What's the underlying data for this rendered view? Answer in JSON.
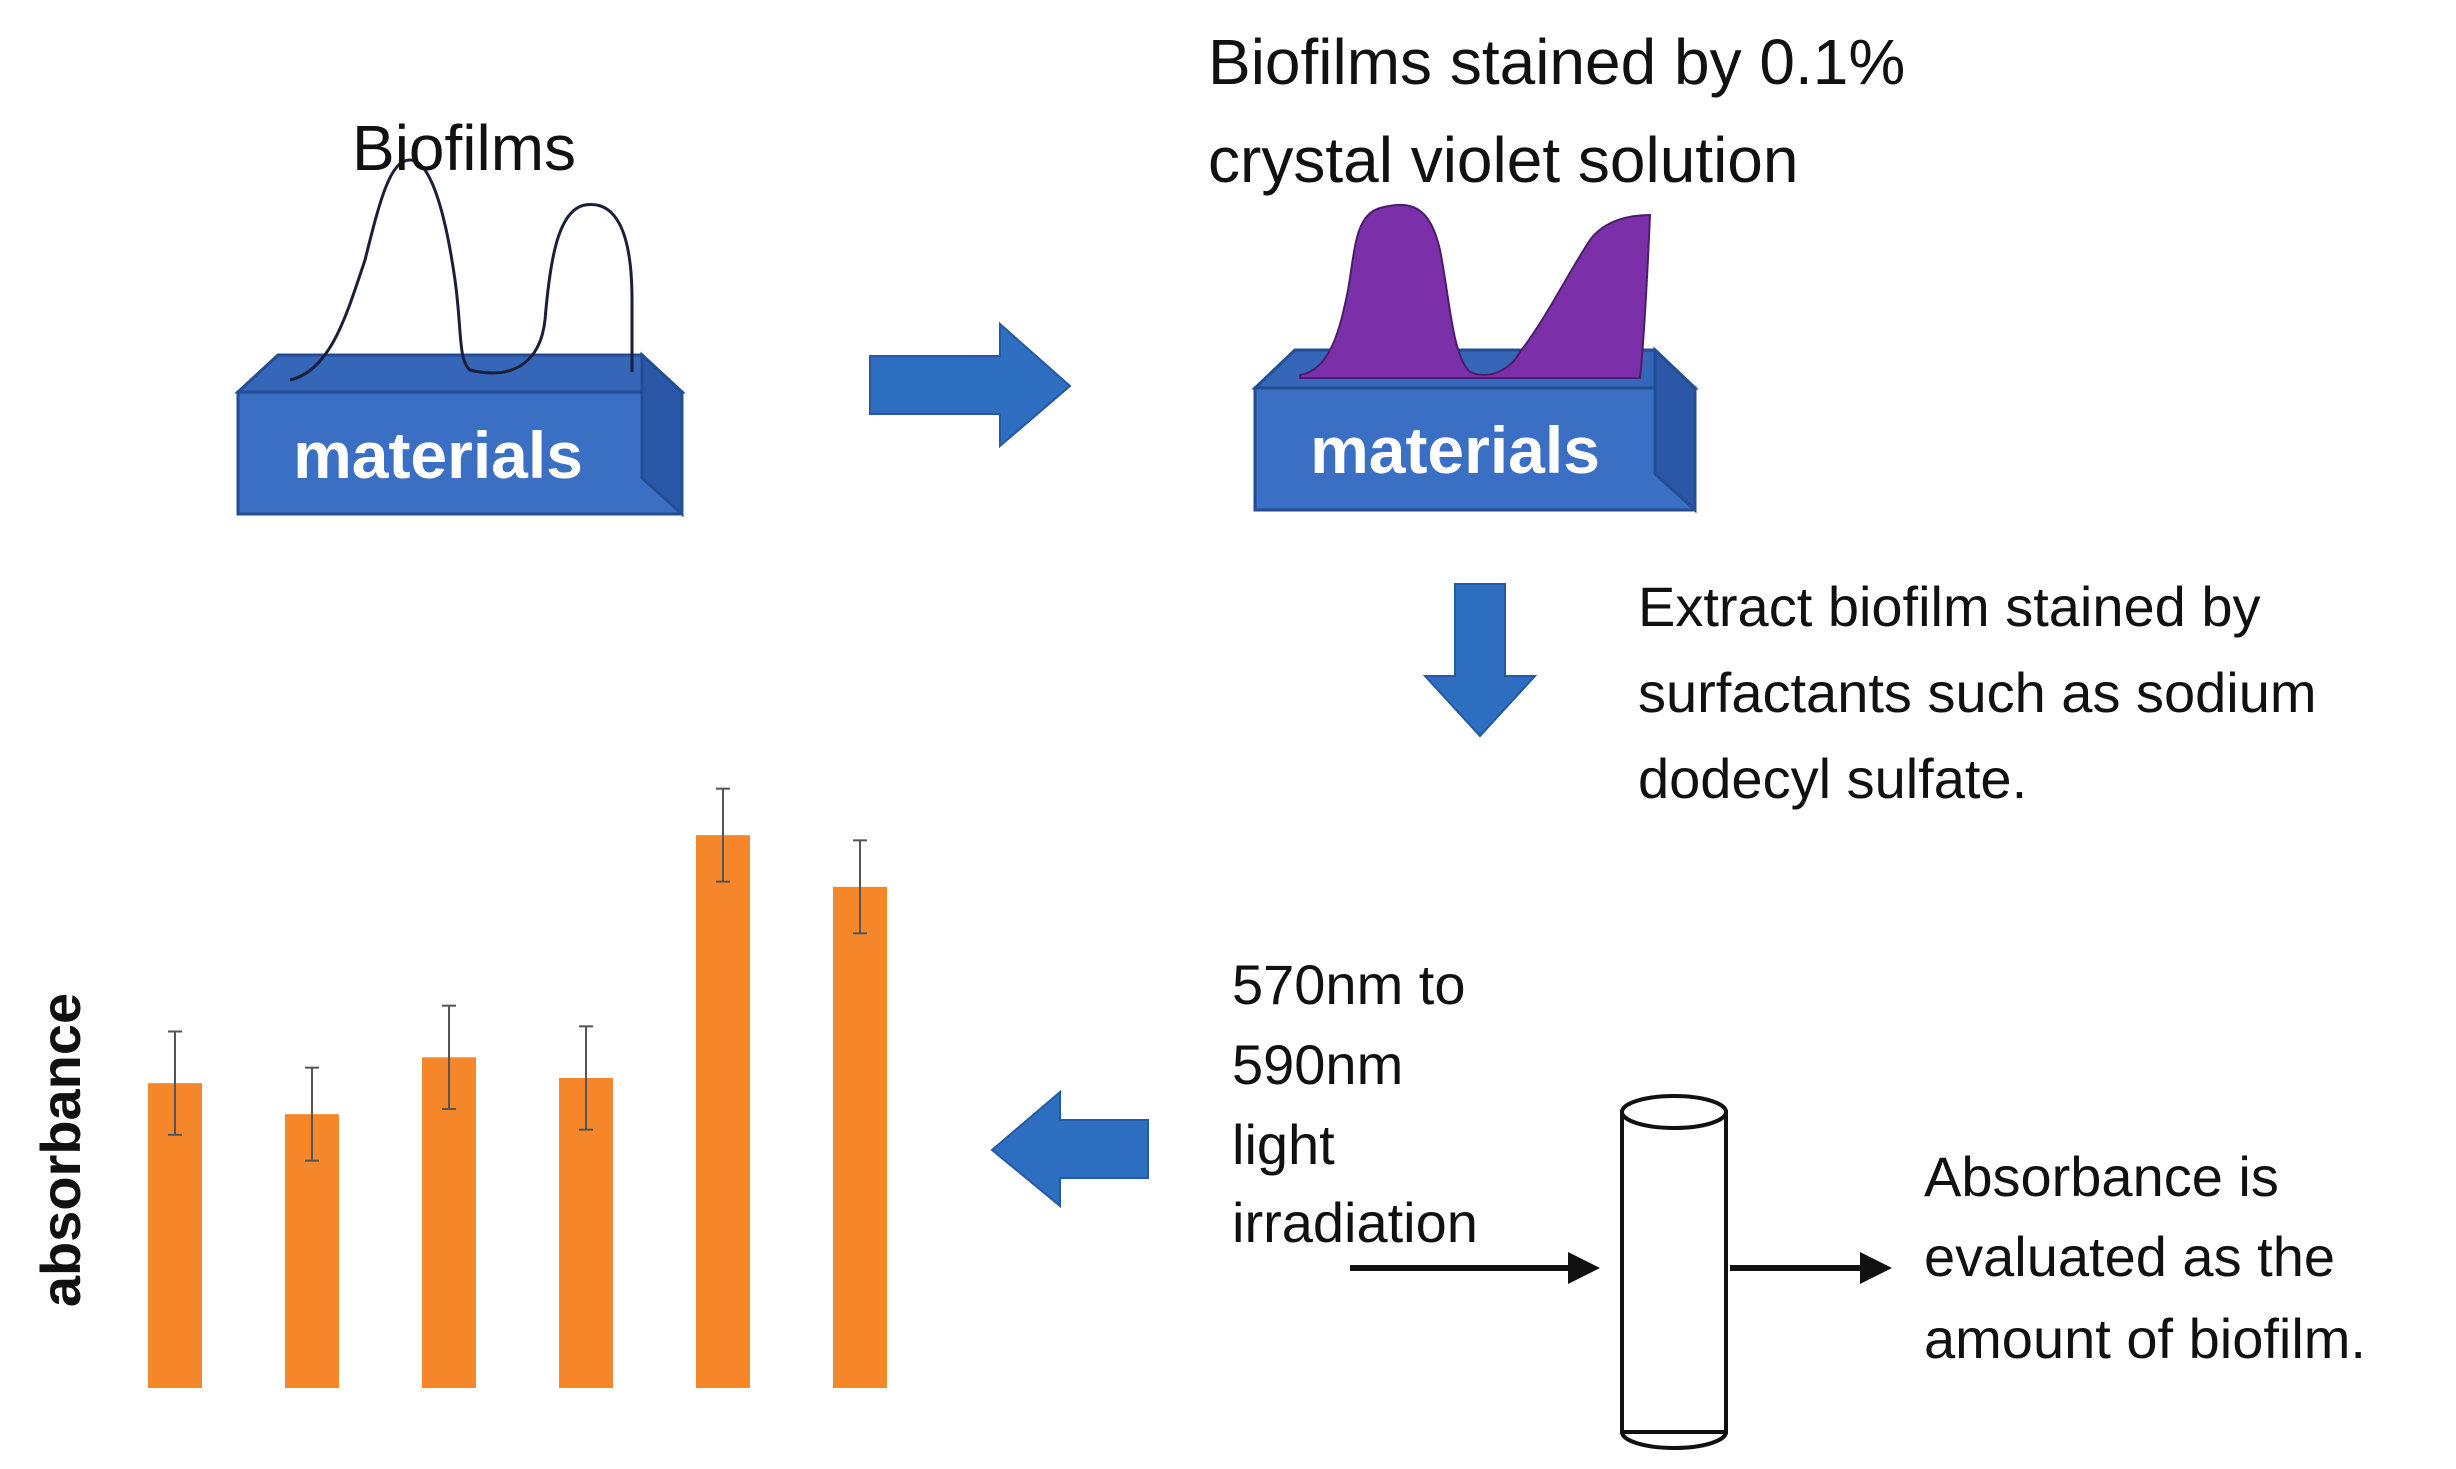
{
  "step1": {
    "label": "Biofilms",
    "block_label": "materials"
  },
  "step2": {
    "label_line1": "Biofilms stained by 0.1%",
    "label_line2": "crystal violet solution",
    "block_label": "materials"
  },
  "step3": {
    "line1": "Extract biofilm stained by",
    "line2": "surfactants such as sodium",
    "line3": "dodecyl sulfate."
  },
  "step4": {
    "light_line1": "570nm to",
    "light_line2": "590nm",
    "light_line3": "light",
    "light_line4": "irradiation",
    "result_line1": "Absorbance is",
    "result_line2": "evaluated as the",
    "result_line3": "amount of biofilm."
  },
  "colors": {
    "block_blue": "#3a6fc4",
    "arrow_blue": "#2e6ec0",
    "stain_violet": "#7b2fa8",
    "bar_orange": "#f5862a"
  },
  "chart_data": {
    "type": "bar",
    "ylabel": "absorbance",
    "xlabel": "",
    "categories": [
      "",
      "",
      "",
      "",
      "",
      ""
    ],
    "values": [
      0.59,
      0.53,
      0.64,
      0.6,
      1.07,
      0.97
    ],
    "errors": [
      0.1,
      0.09,
      0.1,
      0.1,
      0.09,
      0.09
    ],
    "ylim": [
      0,
      1.2
    ],
    "grid": false,
    "axes_visible": false
  }
}
